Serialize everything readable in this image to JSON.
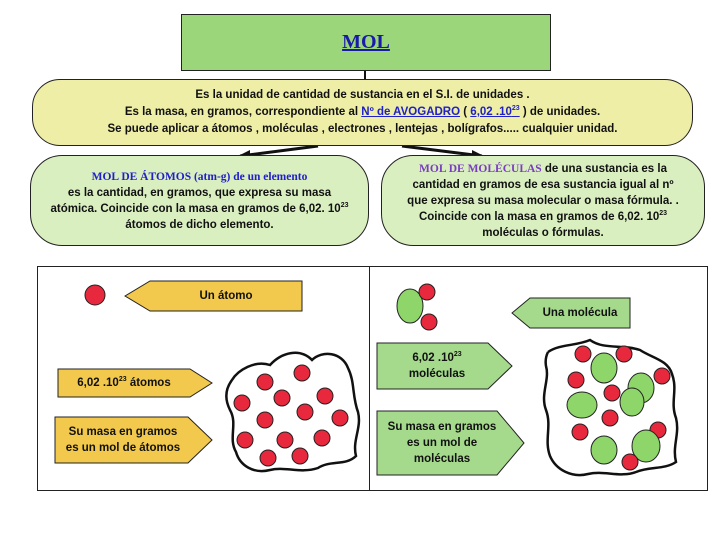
{
  "title": "MOL",
  "definition": {
    "line1": "Es la unidad de cantidad de sustancia en el S.I. de unidades .",
    "line2_pre": "Es la masa, en gramos, correspondiente al ",
    "avogadro_link": "Nº de AVOGADRO",
    "line2_open": " ( ",
    "avogadro_value_base": "6,02 .10",
    "avogadro_value_exp": "23",
    "line2_post": " ) de unidades.",
    "line3": "Se puede aplicar a átomos , moléculas , electrones , lentejas , bolígrafos..... cualquier unidad."
  },
  "atoms_panel": {
    "heading": "MOL DE ÁTOMOS (atm-g) de un elemento",
    "line2": "es la cantidad, en gramos, que expresa su masa",
    "line3_base": "atómica. Coincide con la masa en gramos de 6,02. 10",
    "line3_exp": "23",
    "line4": "átomos de dicho elemento."
  },
  "molecules_panel": {
    "heading": "MOL DE MOLÉCULAS",
    "heading_rest": " de una sustancia es la",
    "line2": "cantidad en gramos de esa sustancia igual al nº",
    "line3": "que expresa su masa molecular o masa fórmula. .",
    "line4_base": "Coincide con la masa en gramos de 6,02. 10",
    "line4_exp": "23",
    "line5": "moléculas o fórmulas."
  },
  "labels": {
    "un_atomo": "Un átomo",
    "atomos_count_base": "6,02 .10",
    "atomos_count_exp": "23",
    "atomos_count_unit": " átomos",
    "masa_atomos_line1": "Su masa en gramos",
    "masa_atomos_line2": "es un mol de átomos",
    "una_molecula": "Una molécula",
    "moleculas_count_base": "6,02 .10",
    "moleculas_count_exp": "23",
    "moleculas_count_unit": "moléculas",
    "masa_moleculas_line1": "Su masa en gramos",
    "masa_moleculas_line2": "es un mol de",
    "masa_moleculas_line3": "moléculas"
  },
  "colors": {
    "title_fill": "#9bd67a",
    "definition_fill": "#eeeea6",
    "panel_fill": "#d9efc0",
    "arrow_label_fill": "#f2c94c",
    "molecule_label_fill": "#a5d98c",
    "atom_red": "#e8283c",
    "molecule_green": "#8fd66a"
  }
}
